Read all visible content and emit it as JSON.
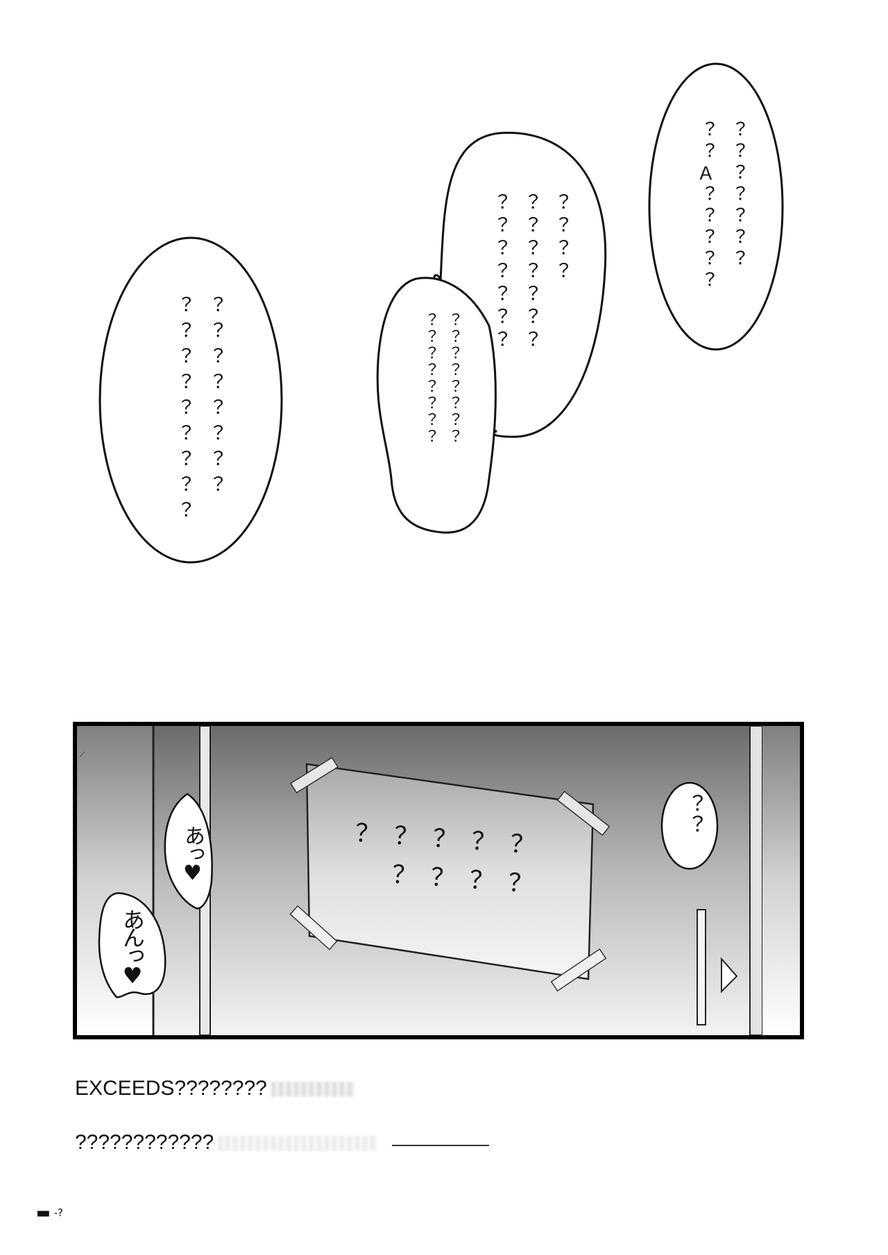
{
  "bubbles": [
    {
      "lines": [
        "？？？？？？？？",
        "？？？？？？？？？"
      ]
    },
    {
      "lines": [
        "？？？？",
        "？？？？？？？",
        "？？？？？？？"
      ]
    },
    {
      "lines": [
        "？？？？？？？？",
        "？？？？？？？？"
      ]
    },
    {
      "lines": [
        "？？？？？？？",
        "？？Ａ？？？？？"
      ]
    }
  ],
  "panel": {
    "moan_top": "あっ♥",
    "moan_bottom": "あんっ♥",
    "poster_row1": "？？？？？",
    "poster_row2": "？？？？",
    "door_bubble": "？？"
  },
  "captions": {
    "line1": "EXCEEDS????????",
    "line2": "????????????"
  },
  "page_number": "-?"
}
